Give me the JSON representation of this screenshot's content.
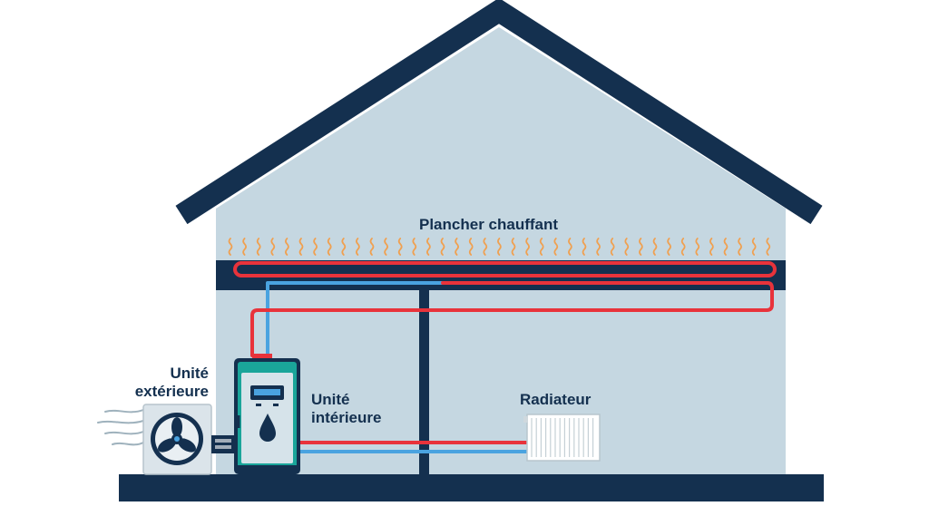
{
  "labels": {
    "floor_heating": "Plancher chauffant",
    "outdoor_unit": [
      "Unité",
      "extérieure"
    ],
    "indoor_unit": [
      "Unité",
      "intérieure"
    ],
    "radiator": "Radiateur"
  },
  "colors": {
    "navy": "#14304f",
    "wall": "#c5d7e1",
    "hot_pipe": "#e8333b",
    "cold_pipe": "#4aa3e0",
    "wave": "#f0a050",
    "unit_teal": "#1aa59a",
    "unit_panel": "#d6e3ea"
  },
  "icons": [
    "fan-icon",
    "water-drop-icon",
    "air-flow-icon",
    "heat-wave-icon"
  ]
}
